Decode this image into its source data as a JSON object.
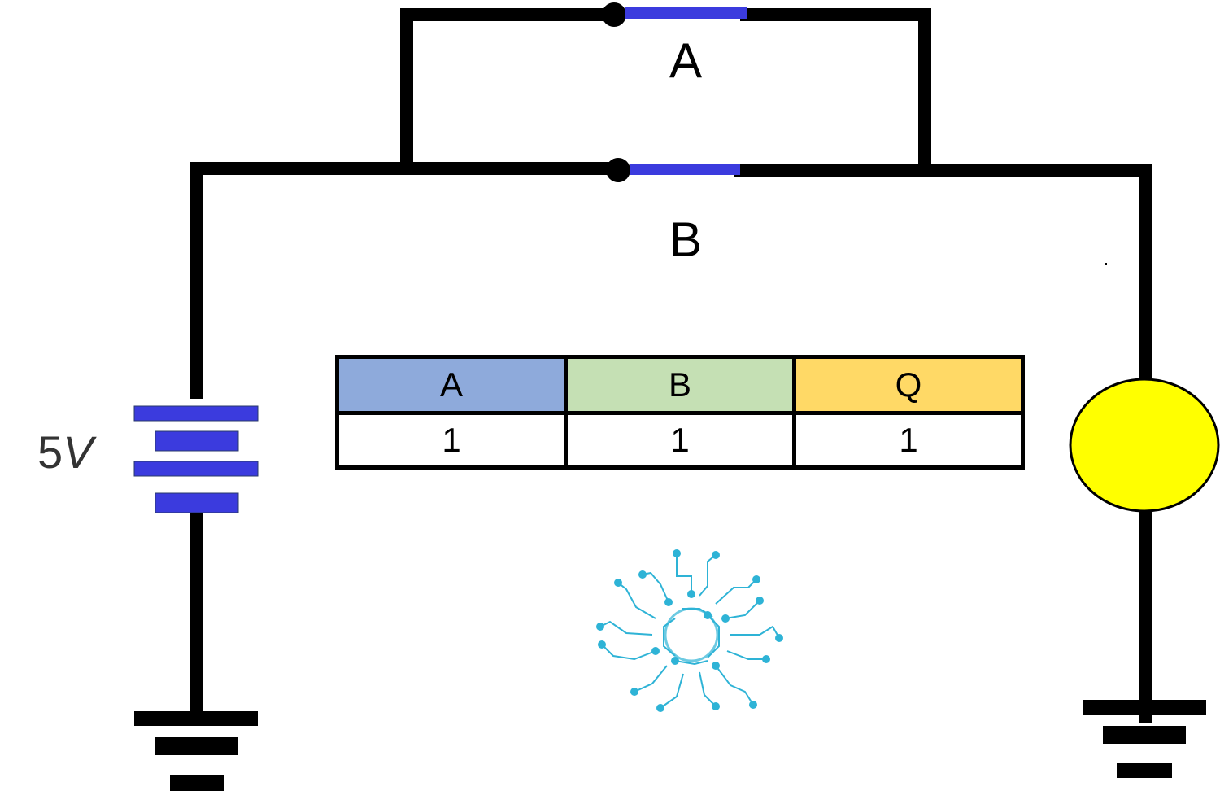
{
  "switches": {
    "a_label": "A",
    "b_label": "B"
  },
  "battery": {
    "voltage_value": "5",
    "voltage_unit": "V"
  },
  "truth_table": {
    "headers": [
      "A",
      "B",
      "Q"
    ],
    "values": [
      "1",
      "1",
      "1"
    ]
  },
  "colors": {
    "wire": "#000000",
    "switch_contact": "#3b3bde",
    "battery_plate": "#3b3bde",
    "lamp_fill": "#ffff00",
    "header_a": "#8eaadb",
    "header_b": "#c5e0b4",
    "header_q": "#ffd966",
    "logo": "#2eb3d6"
  },
  "icons": {
    "lamp": "lamp-icon",
    "battery": "battery-icon",
    "ground": "ground-icon",
    "logo": "circuit-gear-logo-icon"
  }
}
